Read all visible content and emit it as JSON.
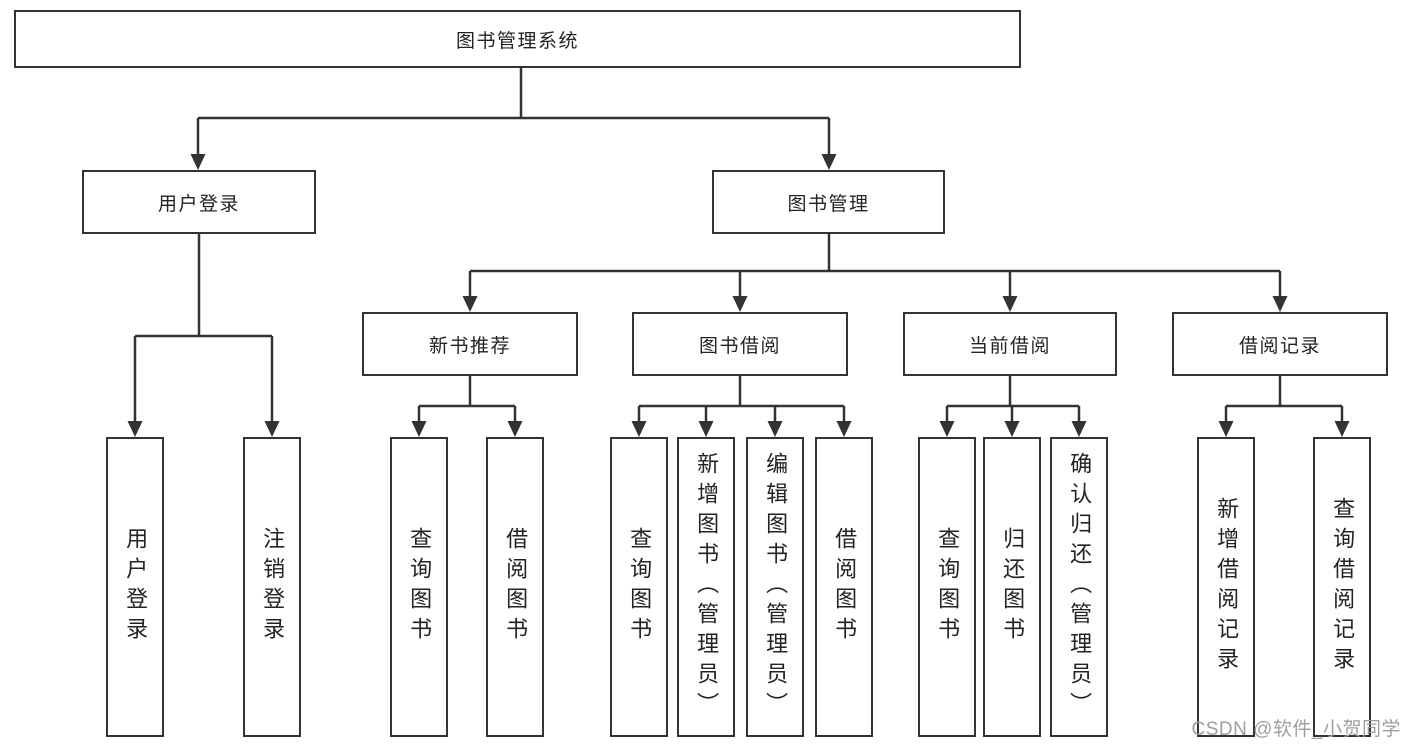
{
  "diagram": {
    "root": {
      "label": "图书管理系统"
    },
    "level2": [
      {
        "label": "用户登录"
      },
      {
        "label": "图书管理"
      }
    ],
    "level3": [
      {
        "label": "新书推荐"
      },
      {
        "label": "图书借阅"
      },
      {
        "label": "当前借阅"
      },
      {
        "label": "借阅记录"
      }
    ],
    "leaves": {
      "user_login": [
        "用户登录",
        "注销登录"
      ],
      "new_book": [
        "查询图书",
        "借阅图书"
      ],
      "book_borrow": [
        "查询图书",
        "新增图书（管理员）",
        "编辑图书（管理员）",
        "借阅图书"
      ],
      "current_borrow": [
        "查询图书",
        "归还图书",
        "确认归还（管理员）"
      ],
      "borrow_records": [
        "新增借阅记录",
        "查询借阅记录"
      ]
    },
    "line_color": "#333333",
    "box_background": "#ffffff"
  },
  "watermark": {
    "text": "CSDN @软件_小贺同学"
  }
}
